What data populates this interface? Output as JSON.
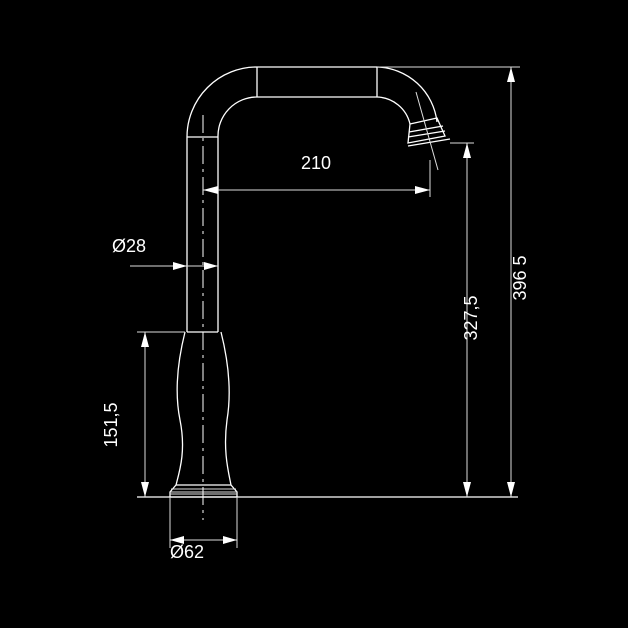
{
  "drawing": {
    "title": "faucet-dimension-drawing",
    "colors": {
      "background": "#000000",
      "lines": "#ffffff"
    },
    "dimensions": {
      "spout_reach": "210",
      "pipe_diameter": "Ø28",
      "body_height": "151,5",
      "spout_height": "327,5",
      "total_height": "396 5",
      "base_diameter": "Ø62"
    }
  }
}
